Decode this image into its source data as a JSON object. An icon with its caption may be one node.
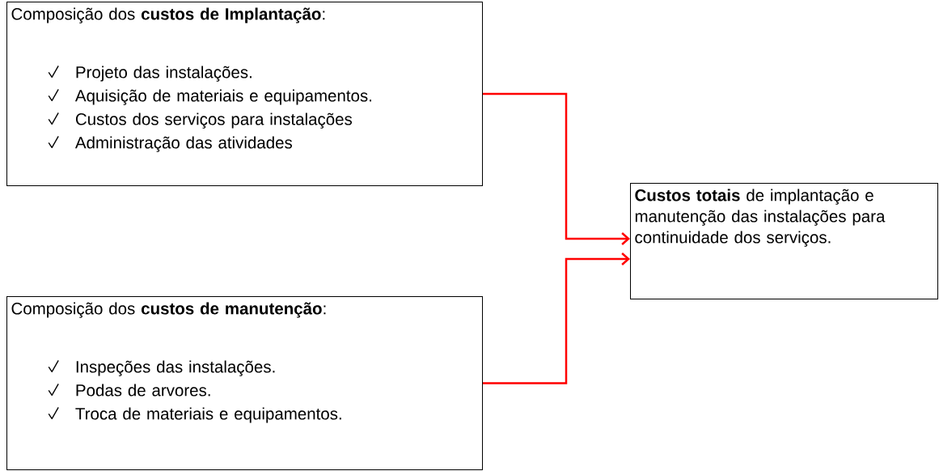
{
  "diagram": {
    "nodes": [
      {
        "text": [
          "Composição dos **custos de Implantação**:",
          "Projeto das instalações.",
          "Aquisição de materiais e equipamentos.",
          "Custos dos serviços para instalações",
          "Administração das atividades"
        ]
      },
      {
        "text": [
          "Composição dos **custos de manutenção**:",
          "Inspeções das instalações.",
          "Podas de arvores.",
          "Troca de materiais e equipamentos."
        ]
      },
      {
        "text": [
          "**Custos totais** de implantação e manutenção das instalações para continuidade dos serviços."
        ]
      }
    ],
    "edges": [
      {
        "from": 0,
        "to": 2,
        "arrow": "to"
      },
      {
        "from": 1,
        "to": 2,
        "arrow": "to"
      }
    ]
  }
}
